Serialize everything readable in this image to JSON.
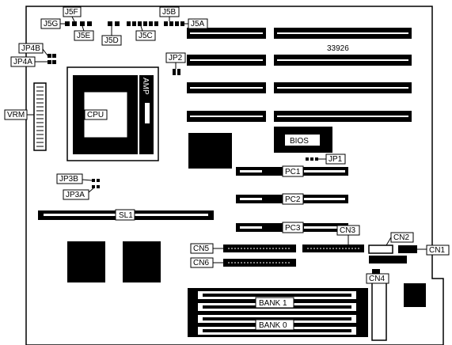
{
  "board_id": "33926",
  "labels": {
    "j5g": "J5G",
    "j5f": "J5F",
    "j5e": "J5E",
    "j5d": "J5D",
    "j5c": "J5C",
    "j5b": "J5B",
    "j5a": "J5A",
    "jp4b": "JP4B",
    "jp4a": "JP4A",
    "jp2": "JP2",
    "vrm": "VRM",
    "cpu": "CPU",
    "amp": "AMP",
    "bios": "BIOS",
    "jp1": "JP1",
    "jp3b": "JP3B",
    "jp3a": "JP3A",
    "pc1": "PC1",
    "pc2": "PC2",
    "pc3": "PC3",
    "sl1": "SL1",
    "cn3": "CN3",
    "cn2": "CN2",
    "cn1": "CN1",
    "cn5": "CN5",
    "cn6": "CN6",
    "cn4": "CN4",
    "bank1": "BANK 1",
    "bank0": "BANK 0"
  }
}
